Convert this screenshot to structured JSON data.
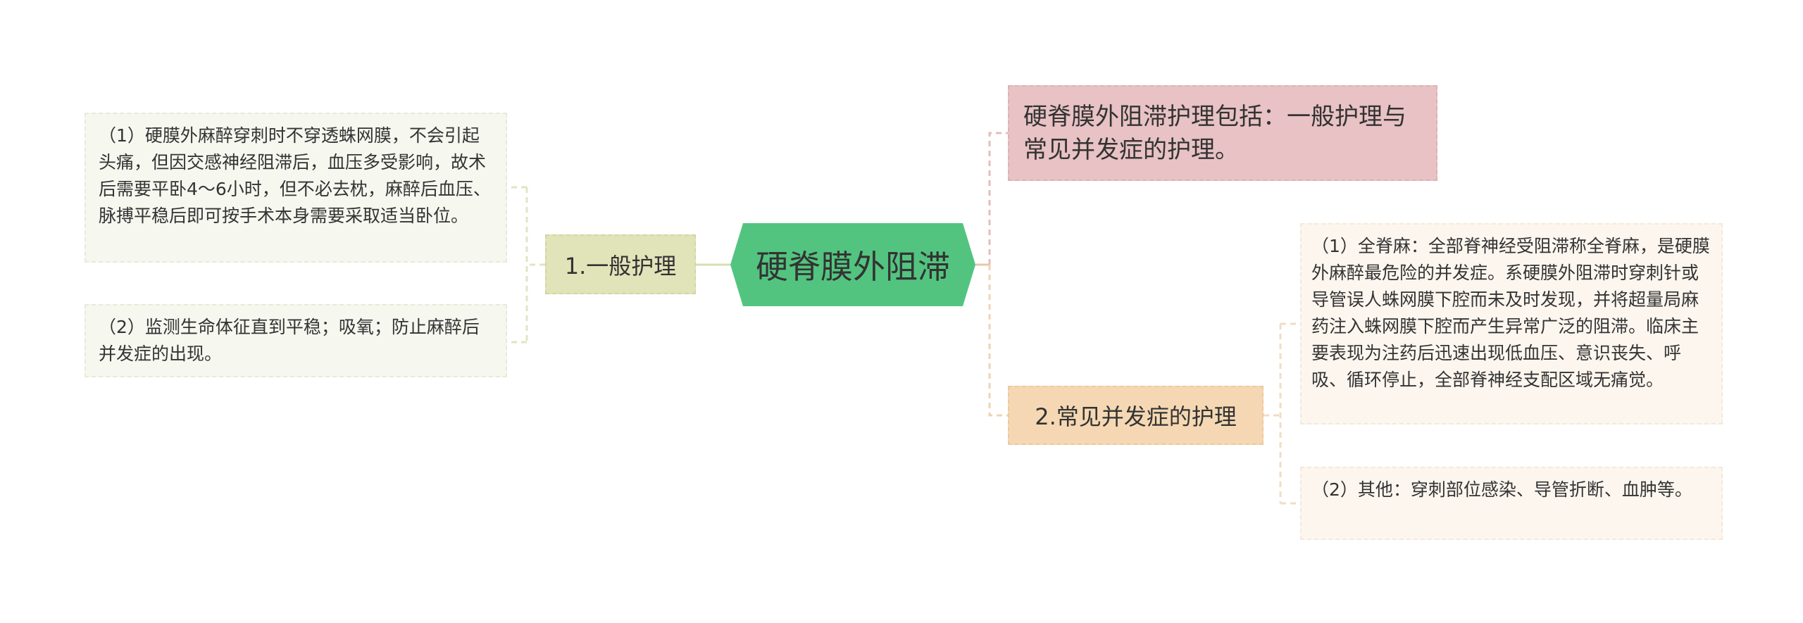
{
  "center": {
    "label": "硬脊膜外阻滞"
  },
  "branches": [
    {
      "label": "1.一般护理",
      "children": [
        "（1）硬膜外麻醉穿刺时不穿透蛛网膜，不会引起头痛，但因交感神经阻滞后，血压多受影响，故术后需要平卧4～6小时，但不必去枕，麻醉后血压、脉搏平稳后即可按手术本身需要采取适当卧位。",
        "（2）监测生命体征直到平稳；吸氧；防止麻醉后并发症的出现。"
      ]
    },
    {
      "label": "硬脊膜外阻滞护理包括：一般护理与常见并发症的护理。",
      "children": []
    },
    {
      "label": "2.常见并发症的护理",
      "children": [
        "（1）全脊麻：全部脊神经受阻滞称全脊麻，是硬膜外麻醉最危险的并发症。系硬膜外阻滞时穿刺针或导管误人蛛网膜下腔而未及时发现，并将超量局麻药注入蛛网膜下腔而产生异常广泛的阻滞。临床主要表现为注药后迅速出现低血压、意识丧失、呼吸、循环停止，全部脊神经支配区域无痛觉。",
        "（2）其他：穿刺部位感染、导管折断、血肿等。"
      ]
    }
  ],
  "colors": {
    "center": "#52c47f",
    "branch_left": "#e1e3b9",
    "branch_top_right": "#e8c2c4",
    "branch_bottom_right": "#f5d8b3",
    "leaf_left": "#f6f7ef",
    "leaf_right": "#fdf6ef"
  }
}
